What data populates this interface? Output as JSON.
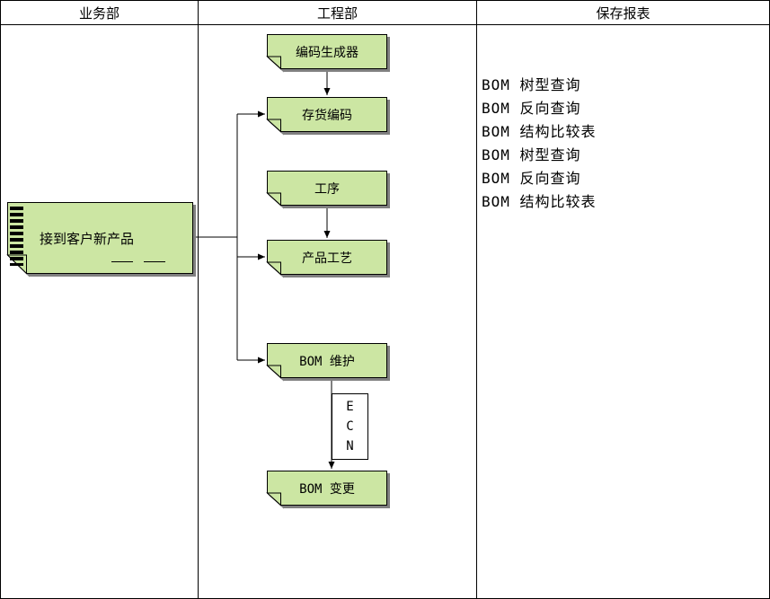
{
  "header": {
    "columns": [
      {
        "label": "业务部"
      },
      {
        "label": "工程部"
      },
      {
        "label": "保存报表"
      }
    ]
  },
  "flow": {
    "source_doc": {
      "label": "接到客户新产品"
    },
    "nodes": [
      {
        "label": "编码生成器"
      },
      {
        "label": "存货编码"
      },
      {
        "label": "工序"
      },
      {
        "label": "产品工艺"
      },
      {
        "label": "BOM 维护"
      },
      {
        "label": "BOM 变更"
      }
    ],
    "ecn_letters": [
      "E",
      "C",
      "N"
    ]
  },
  "reports": {
    "items": [
      "BOM 树型查询",
      "BOM 反向查询",
      "BOM 结构比较表",
      "BOM 树型查询",
      "BOM 反向查询",
      "BOM 结构比较表"
    ]
  },
  "colors": {
    "node_fill": "#cce6a3",
    "shadow": "#808080"
  }
}
